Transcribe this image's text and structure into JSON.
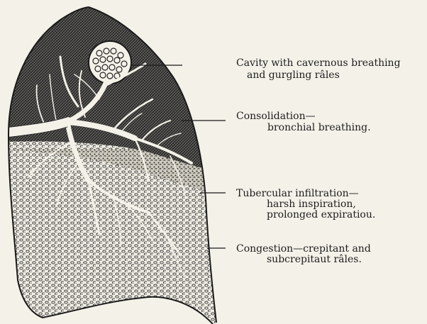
{
  "labels": {
    "cavity": [
      "Cavity with cavernous breathing",
      "and gurgling râles"
    ],
    "consolidation": [
      "Consolidation—",
      "bronchial breathing."
    ],
    "tubercular": [
      "Tubercular infiltration—",
      "harsh inspiration,",
      "prolonged expiratiou."
    ],
    "congestion": [
      "Congestion—crepitant and",
      "subcrepitaut râles."
    ]
  }
}
